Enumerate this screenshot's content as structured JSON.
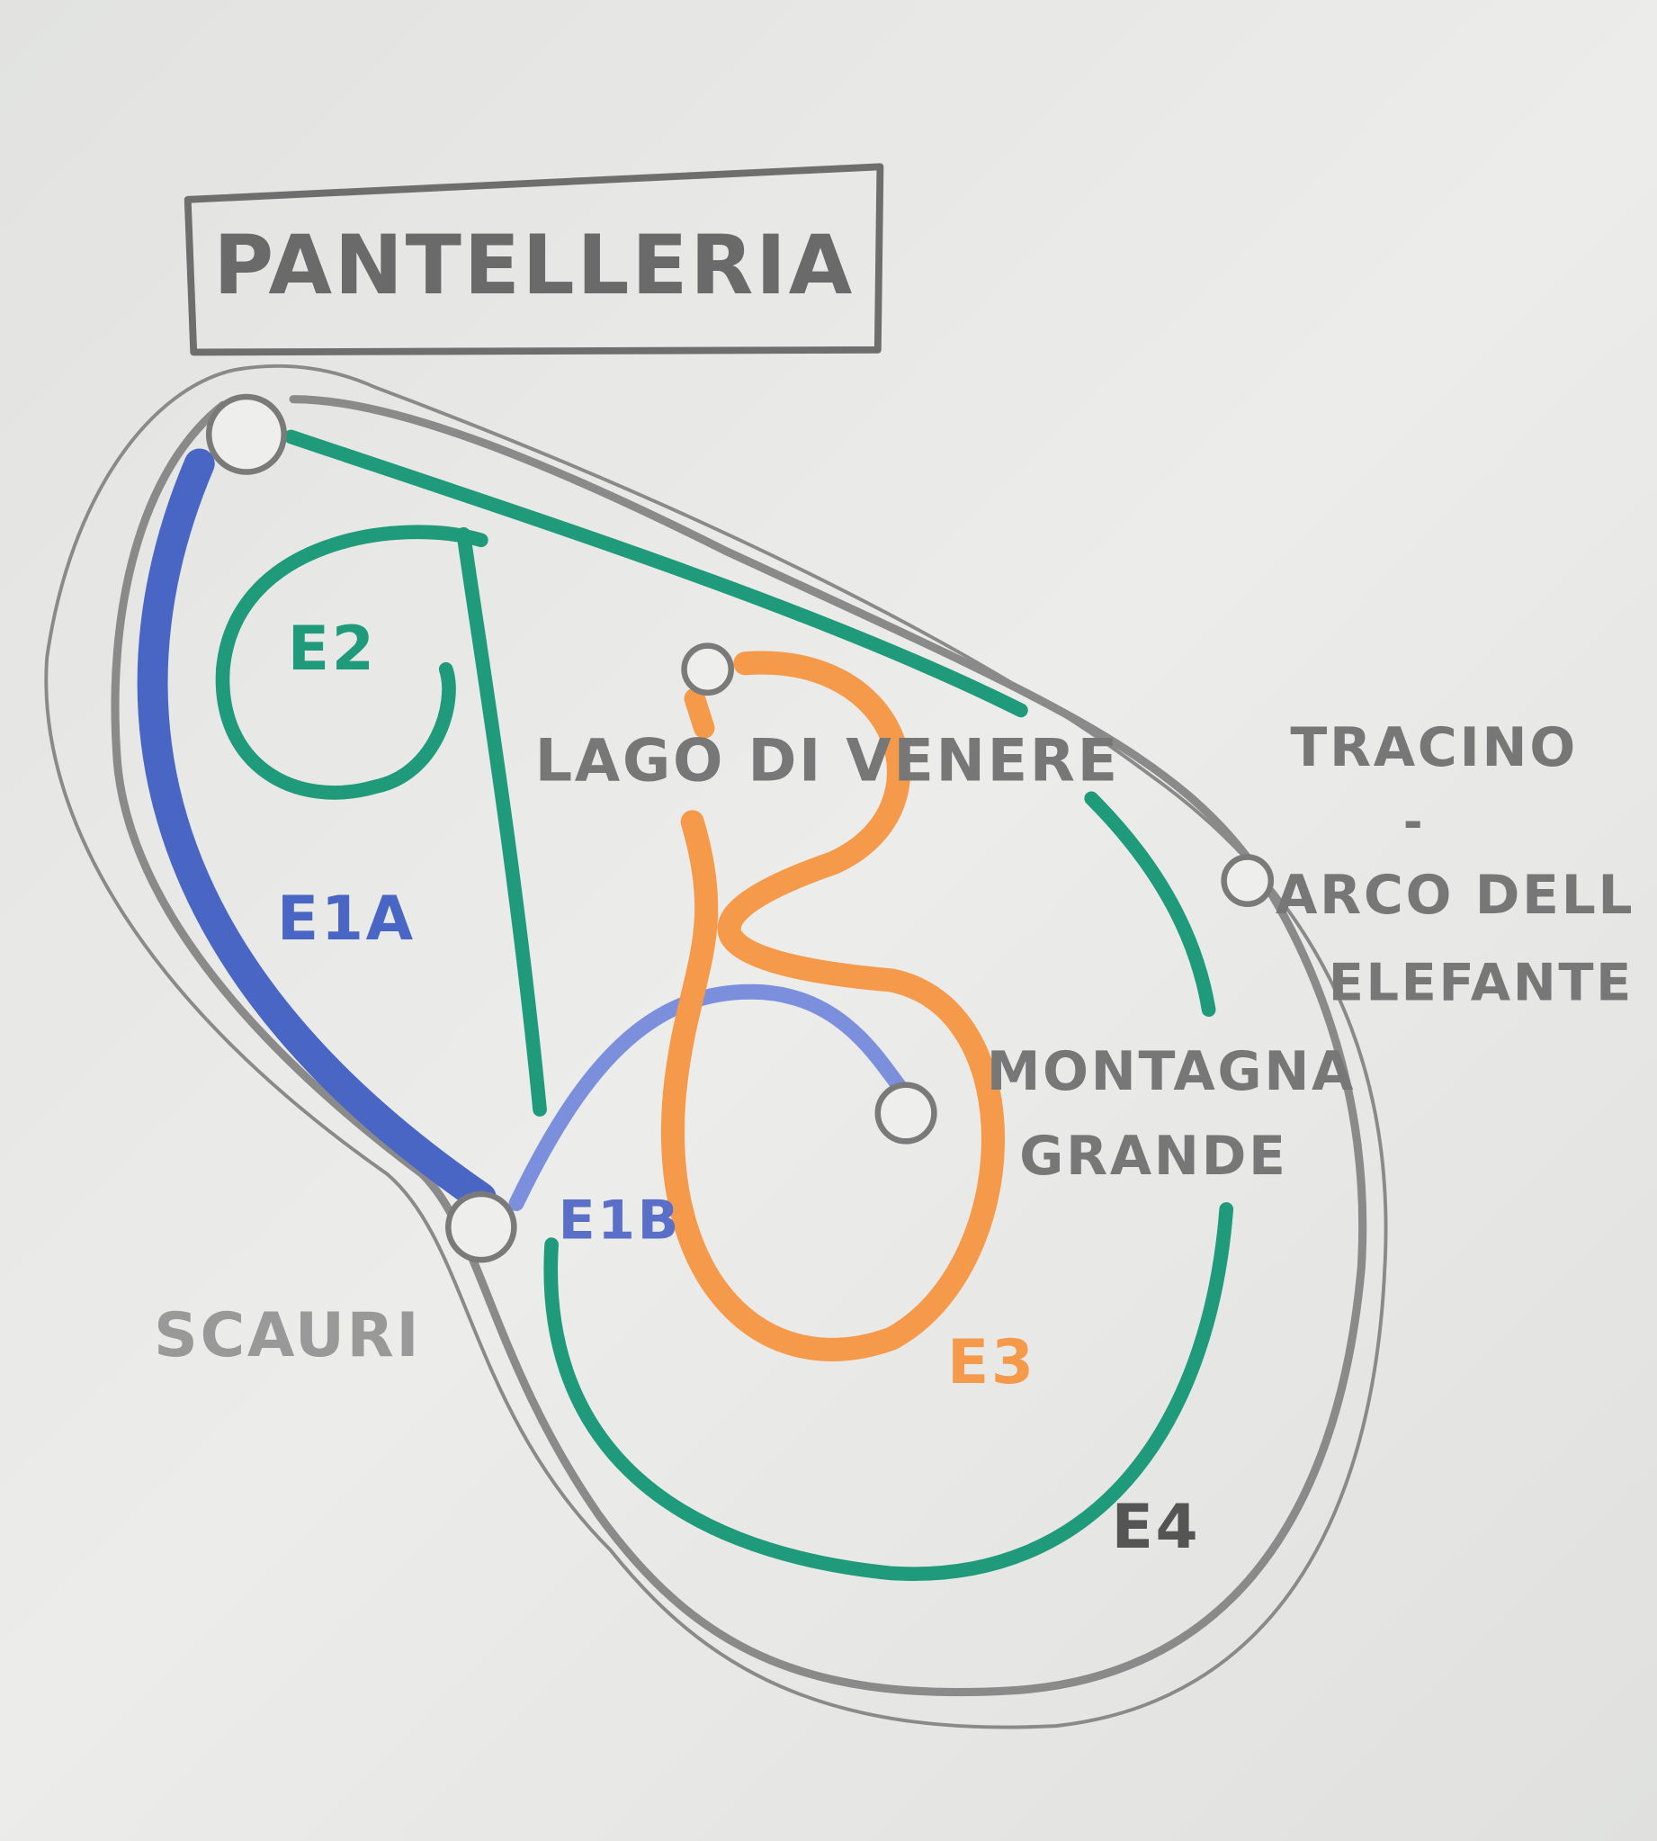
{
  "title": "PANTELLERIA",
  "places": {
    "lago": "LAGO DI VENERE",
    "tracino": "TRACINO",
    "dash": "-",
    "arco1": "ARCO DELL",
    "arco2": "ELEFANTE",
    "montagna1": "MONTAGNA",
    "montagna2": "GRANDE",
    "scauri": "SCAURI"
  },
  "routes": {
    "e1a": {
      "label": "E1A",
      "color": "#4a66c4"
    },
    "e1b": {
      "label": "E1B",
      "color": "#7b8fdd"
    },
    "e2": {
      "label": "E2",
      "color": "#1f9a7a"
    },
    "e3": {
      "label": "E3",
      "color": "#f59a4a"
    },
    "e4": {
      "label": "E4",
      "color": "#1f9a7a"
    }
  },
  "colors": {
    "pencil": "#8a8a8a",
    "paper": "#e6e7e5"
  }
}
